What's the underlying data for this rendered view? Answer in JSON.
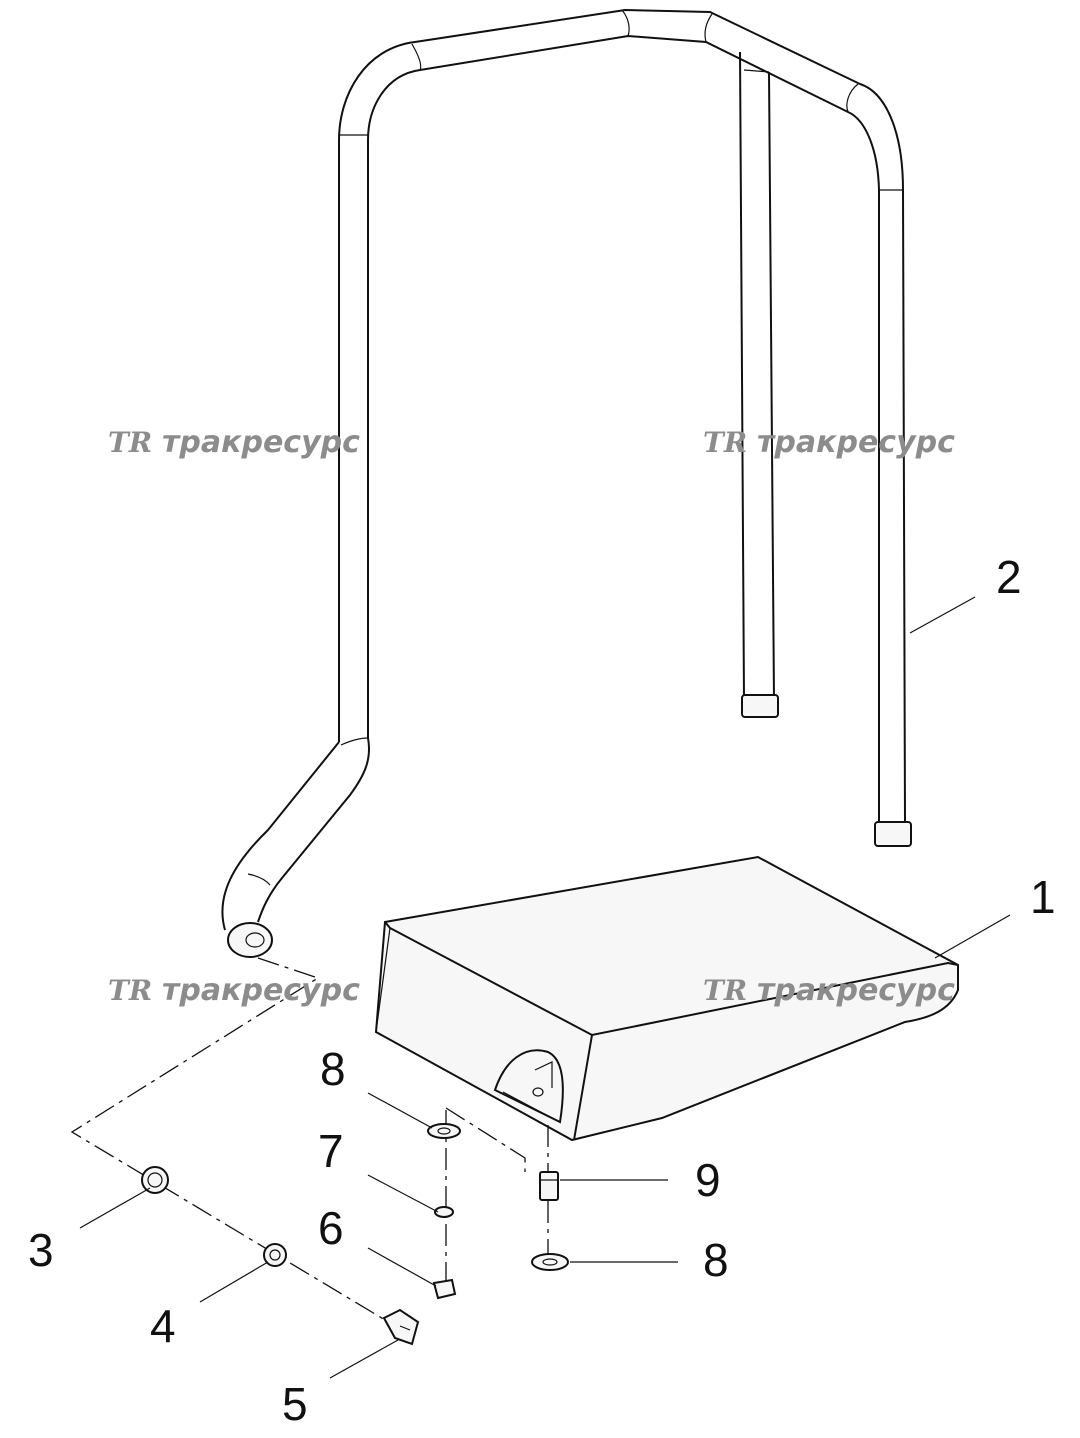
{
  "watermark": {
    "logo": "TR",
    "text": "тракресурс"
  },
  "callouts": [
    {
      "id": "callout-1",
      "number": "1"
    },
    {
      "id": "callout-2",
      "number": "2"
    },
    {
      "id": "callout-3",
      "number": "3"
    },
    {
      "id": "callout-4",
      "number": "4"
    },
    {
      "id": "callout-5",
      "number": "5"
    },
    {
      "id": "callout-6",
      "number": "6"
    },
    {
      "id": "callout-7",
      "number": "7"
    },
    {
      "id": "callout-8-upper",
      "number": "8"
    },
    {
      "id": "callout-8-lower",
      "number": "8"
    },
    {
      "id": "callout-9",
      "number": "9"
    }
  ],
  "colors": {
    "line": "#111111",
    "watermark": "#8c8c8c",
    "background": "#ffffff"
  }
}
